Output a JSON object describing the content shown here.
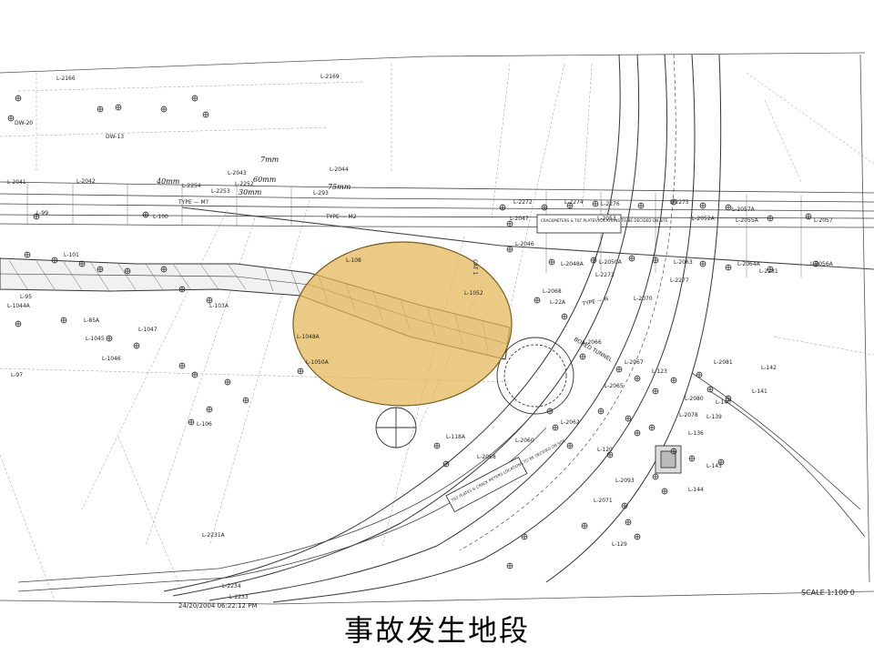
{
  "caption": "事故发生地段",
  "accent_color": "#e3b657",
  "drawing": {
    "scale_note": "SCALE 1:100 0",
    "timestamp": "24/20/2004 06:22:12 PM",
    "top_labels": [
      {
        "id": "l2166",
        "text": "L-2166"
      },
      {
        "id": "l2169",
        "text": "L-2169"
      },
      {
        "id": "dw20",
        "text": "DW-20"
      },
      {
        "id": "dw13",
        "text": "DW-13"
      },
      {
        "id": "l2043",
        "text": "L-2043"
      },
      {
        "id": "l2044",
        "text": "L-2044"
      },
      {
        "id": "l2041",
        "text": "L-2041"
      },
      {
        "id": "l2042",
        "text": "L-2042"
      },
      {
        "id": "l2254",
        "text": "L-2254"
      },
      {
        "id": "l2253",
        "text": "L-2253"
      },
      {
        "id": "l2252",
        "text": "L-2252"
      },
      {
        "id": "l293",
        "text": "L-293"
      }
    ],
    "handwritten": [
      {
        "id": "hw1",
        "text": "40mm"
      },
      {
        "id": "hw2",
        "text": "7mm"
      },
      {
        "id": "hw3",
        "text": "60mm"
      },
      {
        "id": "hw4",
        "text": "30mm"
      },
      {
        "id": "hw5",
        "text": "75mm"
      }
    ],
    "road_labels": [
      {
        "id": "type-m1",
        "text": "TYPE — M?"
      },
      {
        "id": "type-m2",
        "text": "TYPE — M2"
      },
      {
        "id": "type-n",
        "text": "TYPE — N"
      },
      {
        "id": "bored-tunnel",
        "text": "BORED TUNNEL"
      },
      {
        "id": "cat1",
        "text": "CAT 1"
      }
    ],
    "mid_labels": [
      {
        "id": "l99",
        "text": "L-99"
      },
      {
        "id": "l100",
        "text": "L-100"
      },
      {
        "id": "l101",
        "text": "L-101"
      },
      {
        "id": "l95",
        "text": "L-95"
      },
      {
        "id": "l1044a",
        "text": "L-1044A"
      },
      {
        "id": "l85a",
        "text": "L-85A"
      },
      {
        "id": "l1045",
        "text": "L-1045"
      },
      {
        "id": "l1046",
        "text": "L-1046"
      },
      {
        "id": "l1047",
        "text": "L-1047"
      },
      {
        "id": "l97",
        "text": "L-97"
      },
      {
        "id": "l103a",
        "text": "L-103A"
      },
      {
        "id": "l106",
        "text": "L-106"
      },
      {
        "id": "l1050a",
        "text": "L-1050A"
      },
      {
        "id": "l1048a",
        "text": "L-1048A"
      },
      {
        "id": "l108",
        "text": "L-108"
      },
      {
        "id": "l1052",
        "text": "L-1052"
      },
      {
        "id": "l2046",
        "text": "L-2046"
      },
      {
        "id": "l2047",
        "text": "L-2047"
      },
      {
        "id": "l2272",
        "text": "L-2272"
      },
      {
        "id": "l2274",
        "text": "L-2274"
      },
      {
        "id": "l2276",
        "text": "L-2276"
      },
      {
        "id": "l2275",
        "text": "L-2275"
      },
      {
        "id": "l2052a",
        "text": "L-2052A"
      },
      {
        "id": "l2053",
        "text": "L-2053"
      },
      {
        "id": "l2057a",
        "text": "L-2057A"
      },
      {
        "id": "l2055a",
        "text": "L-2055A"
      },
      {
        "id": "l2057",
        "text": "L-2057"
      },
      {
        "id": "l2056a",
        "text": "L-2056A"
      },
      {
        "id": "l2281",
        "text": "L-2281"
      },
      {
        "id": "l2064a",
        "text": "L-2064A"
      },
      {
        "id": "l2063",
        "text": "L-2063"
      },
      {
        "id": "l2277",
        "text": "L-2277"
      },
      {
        "id": "l2070",
        "text": "L-2070"
      },
      {
        "id": "l2273",
        "text": "L-2273"
      },
      {
        "id": "l2048a",
        "text": "L-2048A"
      },
      {
        "id": "l2050a",
        "text": "L-2050A"
      },
      {
        "id": "l2068",
        "text": "L-2068"
      },
      {
        "id": "l22a",
        "text": "L-22A"
      },
      {
        "id": "l2066",
        "text": "L-2066"
      },
      {
        "id": "l2065",
        "text": "L-2065"
      },
      {
        "id": "l2067",
        "text": "L-2067"
      },
      {
        "id": "l2081",
        "text": "L-2081"
      },
      {
        "id": "l2080",
        "text": "L-2080"
      },
      {
        "id": "l2078",
        "text": "L-2078"
      },
      {
        "id": "l141",
        "text": "L-141"
      },
      {
        "id": "l142",
        "text": "L-142"
      },
      {
        "id": "l140",
        "text": "L-140"
      },
      {
        "id": "l139",
        "text": "L-139"
      },
      {
        "id": "l136",
        "text": "L-136"
      }
    ],
    "lower_labels": [
      {
        "id": "l2058",
        "text": "L-2058"
      },
      {
        "id": "l2060",
        "text": "L-2060"
      },
      {
        "id": "l2062",
        "text": "L-2062"
      },
      {
        "id": "l118a",
        "text": "L-118A"
      },
      {
        "id": "l120",
        "text": "L-120"
      },
      {
        "id": "l2093",
        "text": "L-2093"
      },
      {
        "id": "l2071",
        "text": "L-2071"
      },
      {
        "id": "l143",
        "text": "L-143"
      },
      {
        "id": "l144",
        "text": "L-144"
      },
      {
        "id": "l2231a",
        "text": "L-2231A"
      },
      {
        "id": "l2234",
        "text": "L-2234"
      },
      {
        "id": "l2233",
        "text": "L-2233"
      },
      {
        "id": "l129",
        "text": "L-129"
      },
      {
        "id": "l123",
        "text": "L-123"
      }
    ],
    "boxed_notes": [
      {
        "id": "note-top",
        "text": "CRACKMETERS & TILT PLATES LOCATIONS TO BE DECIDED ON SITE"
      },
      {
        "id": "note-bottom",
        "text": "TILT PLATES & CRACK METERS LOCATIONS TO BE DECIDED ON SITE"
      }
    ]
  }
}
